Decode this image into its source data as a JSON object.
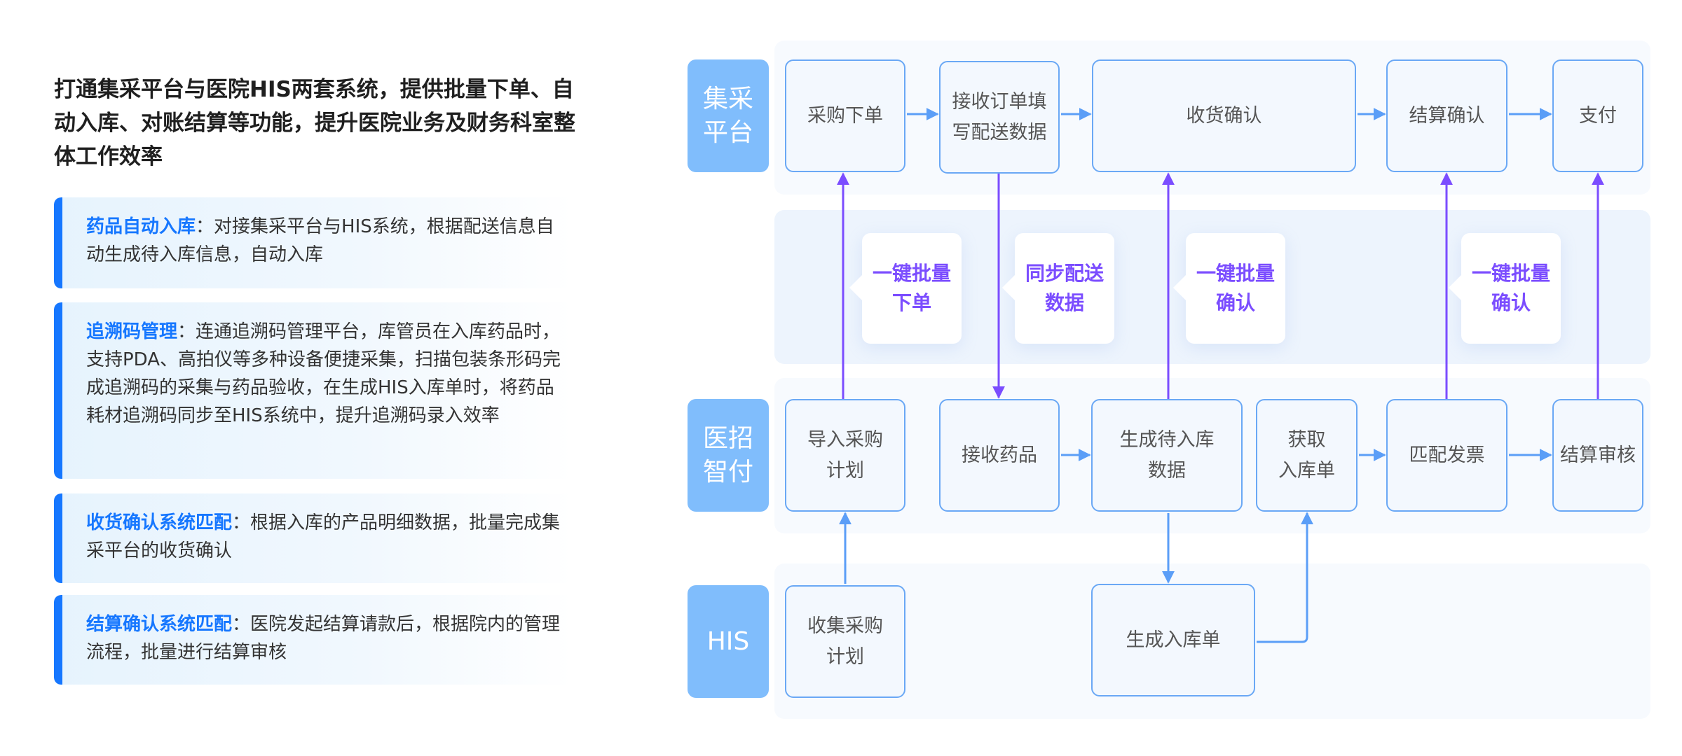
{
  "headline": "打通集采平台与医院HIS两套系统，提供批量下单、自动入库、对账结算等功能，提升医院业务及财务科室整体工作效率",
  "features": [
    {
      "title": "药品自动入库",
      "text": "：对接集采平台与HIS系统，根据配送信息自动生成待入库信息，自动入库"
    },
    {
      "title": "追溯码管理",
      "text": "：连通追溯码管理平台，库管员在入库药品时，支持PDA、高拍仪等多种设备便捷采集，扫描包装条形码完成追溯码的采集与药品验收，在生成HIS入库单时，将药品耗材追溯码同步至HIS系统中，提升追溯码录入效率"
    },
    {
      "title": "收货确认系统匹配",
      "text": "：根据入库的产品明细数据，批量完成集采平台的收货确认"
    },
    {
      "title": "结算确认系统匹配",
      "text": "：医院发起结算请款后，根据院内的管理流程，批量进行结算审核"
    }
  ],
  "colors": {
    "accent": "#1677ff",
    "lane_label": "#80bdfc",
    "node_border": "#6aa8f5",
    "node_fill": "#f3f8fe",
    "flow_arrow": "#5b9ef7",
    "sync_arrow": "#7b4dff",
    "callout_text": "#7b4dff"
  },
  "lanes": [
    {
      "label": "集采\n平台"
    },
    {
      "label": "医招\n智付"
    },
    {
      "label": "HIS"
    }
  ],
  "nodes": {
    "platform": [
      "采购下单",
      "接收订单填\n写配送数据",
      "收货确认",
      "结算确认",
      "支付"
    ],
    "yizhao": [
      "导入采购\n计划",
      "接收药品",
      "生成待入库\n数据",
      "获取\n入库单",
      "匹配发票",
      "结算审核"
    ],
    "his": [
      "收集采购\n计划",
      "生成入库单"
    ]
  },
  "callouts": [
    "一键批量\n下单",
    "同步配送\n数据",
    "一键批量\n确认",
    "一键批量\n确认"
  ]
}
